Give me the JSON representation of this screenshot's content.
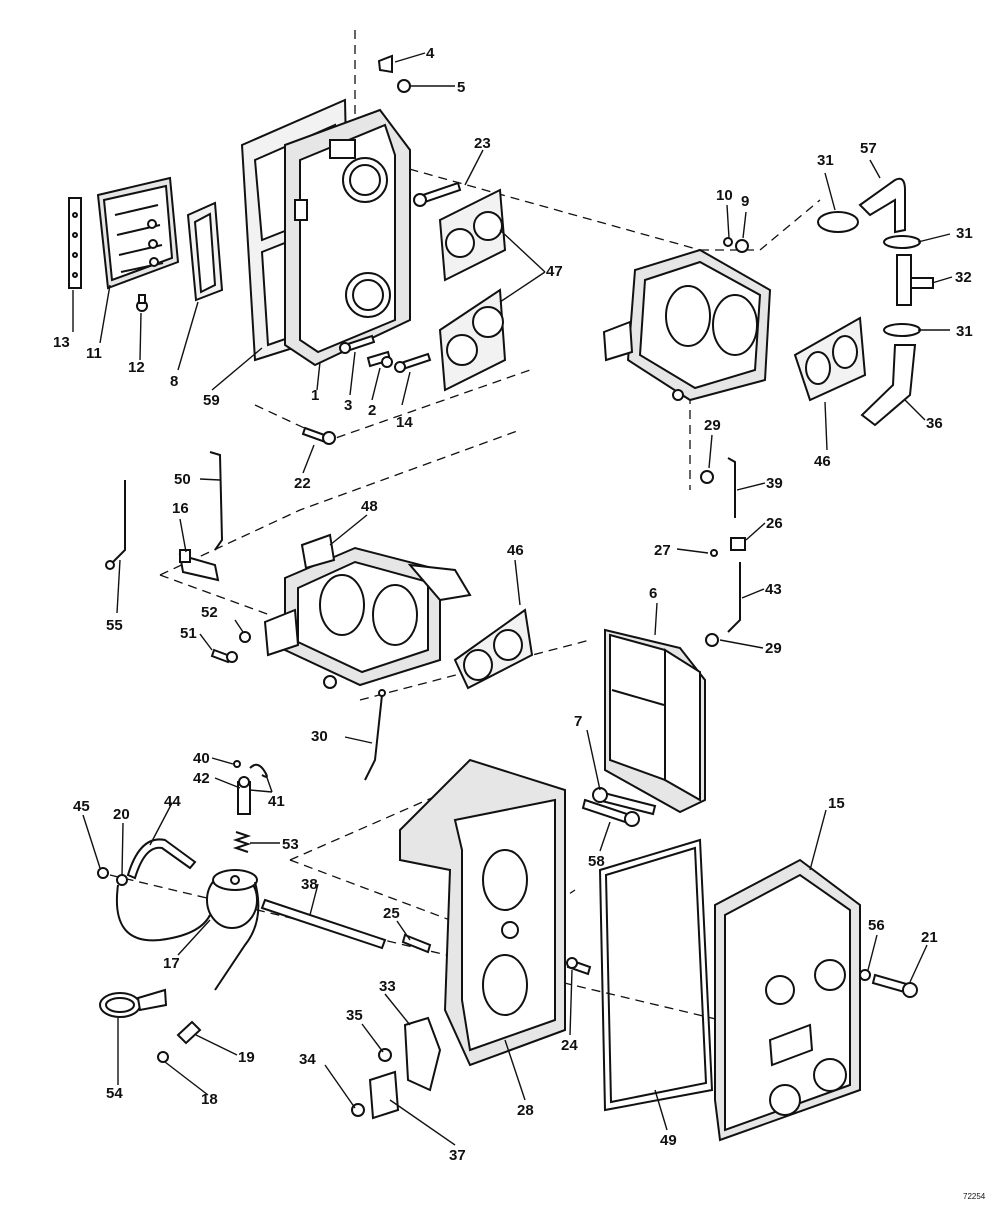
{
  "drawing_number": "72254",
  "callouts": {
    "c1": "1",
    "c2": "2",
    "c3": "3",
    "c4": "4",
    "c5": "5",
    "c6": "6",
    "c7": "7",
    "c8": "8",
    "c9": "9",
    "c10": "10",
    "c11": "11",
    "c12": "12",
    "c13": "13",
    "c14": "14",
    "c15": "15",
    "c16": "16",
    "c17": "17",
    "c18": "18",
    "c19": "19",
    "c20": "20",
    "c21": "21",
    "c22": "22",
    "c23": "23",
    "c24": "24",
    "c25": "25",
    "c26": "26",
    "c27": "27",
    "c28": "28",
    "c29a": "29",
    "c29b": "29",
    "c30": "30",
    "c31a": "31",
    "c31b": "31",
    "c31c": "31",
    "c32": "32",
    "c33": "33",
    "c34": "34",
    "c35": "35",
    "c36": "36",
    "c37": "37",
    "c38": "38",
    "c39": "39",
    "c40": "40",
    "c41": "41",
    "c42": "42",
    "c43": "43",
    "c44": "44",
    "c45": "45",
    "c46a": "46",
    "c46b": "46",
    "c47": "47",
    "c48": "48",
    "c49": "49",
    "c50": "50",
    "c51": "51",
    "c52": "52",
    "c53": "53",
    "c54": "54",
    "c55": "55",
    "c56": "56",
    "c57": "57",
    "c58": "58",
    "c59": "59"
  }
}
